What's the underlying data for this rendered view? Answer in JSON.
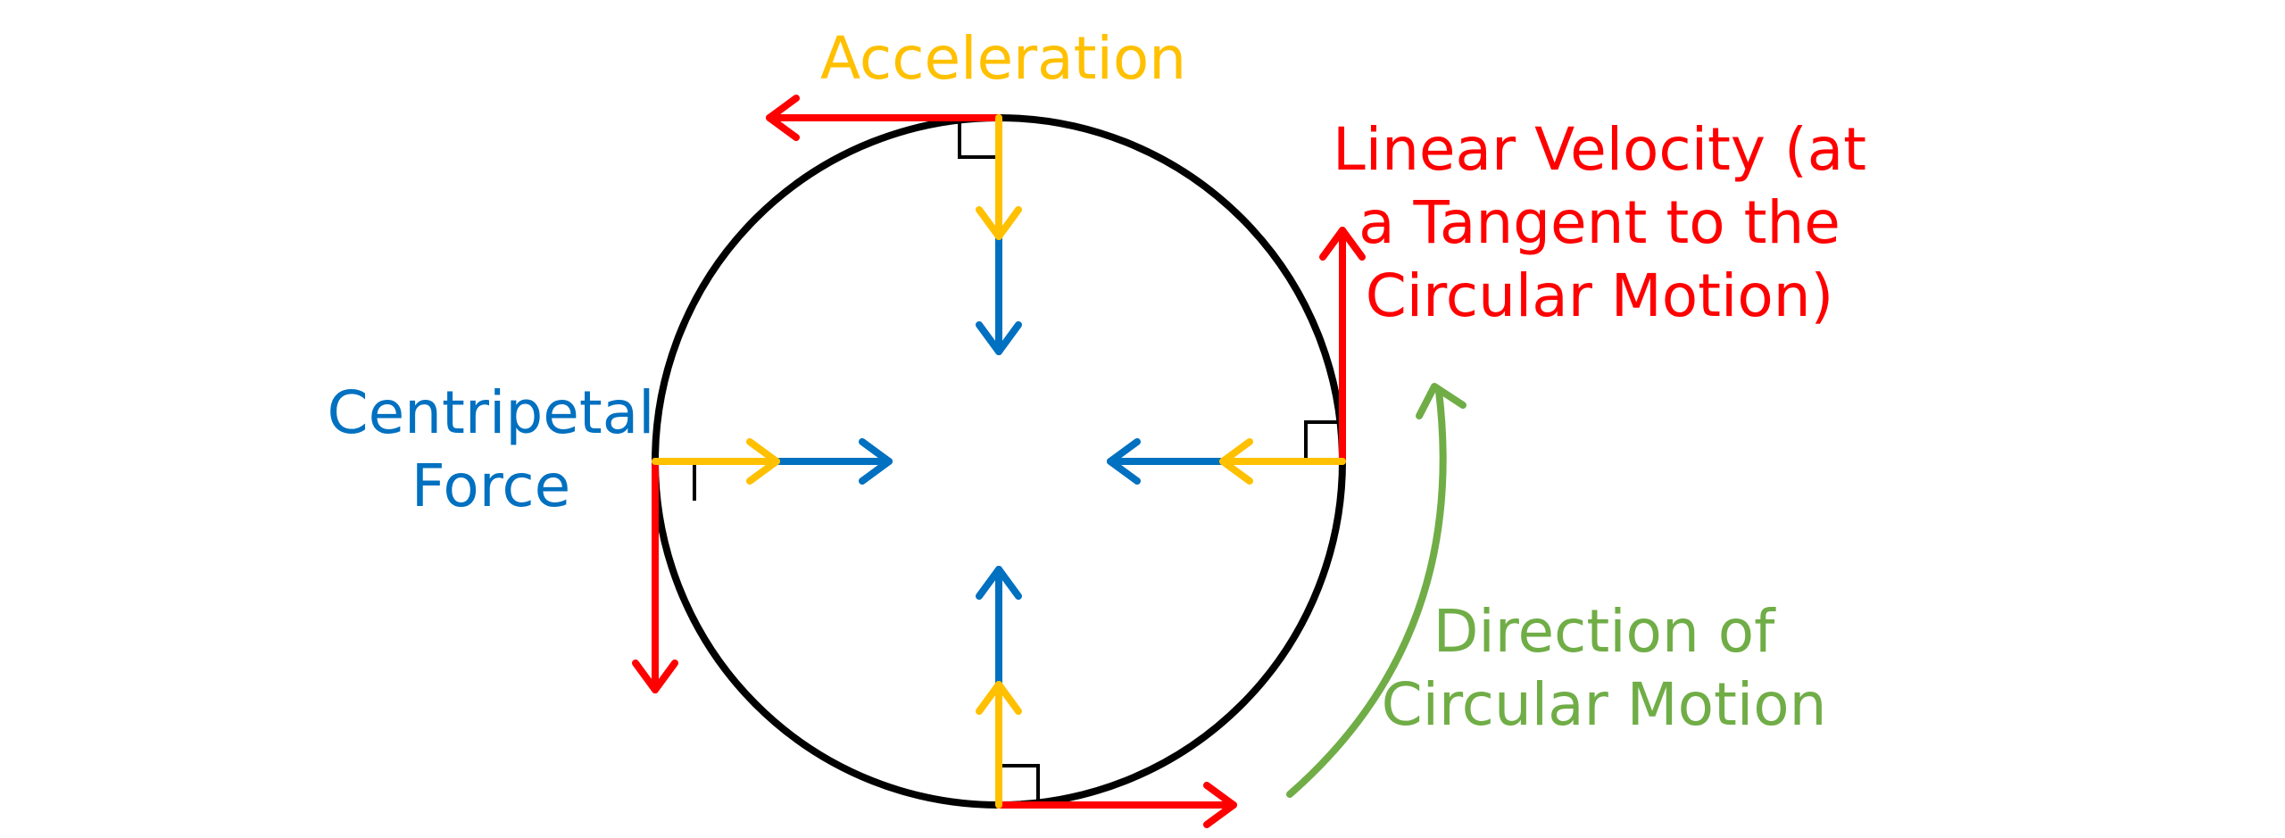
{
  "labels": {
    "acceleration": "Acceleration",
    "linear_velocity": [
      "Linear Velocity (at",
      "a Tangent to the",
      "Circular Motion)"
    ],
    "centripetal_force": [
      "Centripetal",
      "Force"
    ],
    "direction": [
      "Direction of",
      "Circular Motion"
    ]
  },
  "colors": {
    "circle": "#000000",
    "velocity": "#FF0000",
    "acceleration": "#FFC000",
    "centripetal_force": "#0070C0",
    "direction": "#70AD47",
    "right_angle": "#000000"
  }
}
